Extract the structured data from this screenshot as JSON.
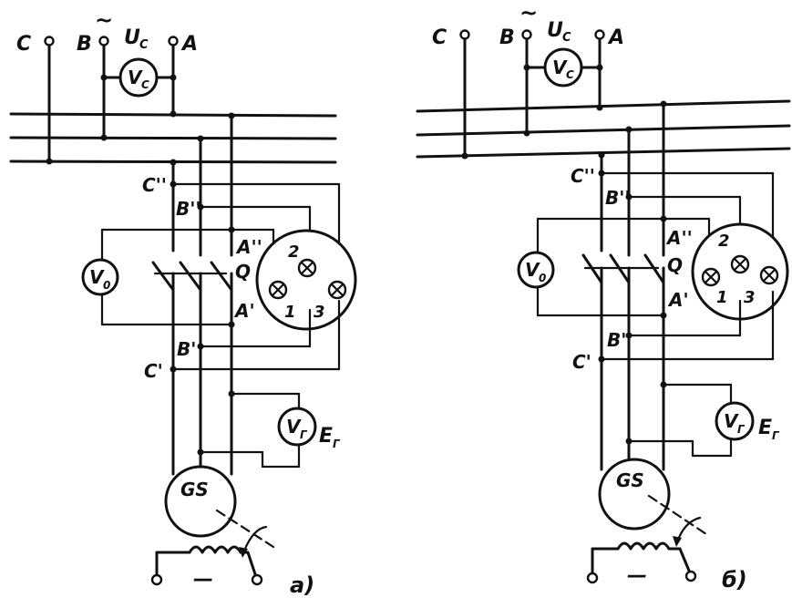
{
  "diagrams": [
    {
      "id": "a",
      "caption": "а)",
      "phases": [
        "C",
        "B",
        "A"
      ],
      "tilde": "~",
      "uc_label": "U",
      "uc_sub": "C",
      "vc": {
        "v": "V",
        "sub": "C"
      },
      "v0": {
        "v": "V",
        "sub": "0"
      },
      "vg": {
        "v": "V",
        "sub": "Г"
      },
      "eg": {
        "e": "E",
        "sub": "Г"
      },
      "gen": "GS",
      "switch": "Q",
      "bus_labels": [
        "C''",
        "B''",
        "A''"
      ],
      "gen_labels": [
        "A'",
        "B'",
        "C'"
      ],
      "lamps": [
        "2",
        "1",
        "3"
      ],
      "field_sign": "—"
    },
    {
      "id": "b",
      "caption": "б)",
      "phases": [
        "C",
        "B",
        "A"
      ],
      "tilde": "~",
      "uc_label": "U",
      "uc_sub": "C",
      "vc": {
        "v": "V",
        "sub": "C"
      },
      "v0": {
        "v": "V",
        "sub": "0"
      },
      "vg": {
        "v": "V",
        "sub": "Г"
      },
      "eg": {
        "e": "E",
        "sub": "Г"
      },
      "gen": "GS",
      "switch": "Q",
      "bus_labels": [
        "C''",
        "B''",
        "A''"
      ],
      "gen_labels": [
        "A'",
        "B'",
        "C'"
      ],
      "lamps": [
        "2",
        "1",
        "3"
      ],
      "field_sign": "—"
    }
  ]
}
